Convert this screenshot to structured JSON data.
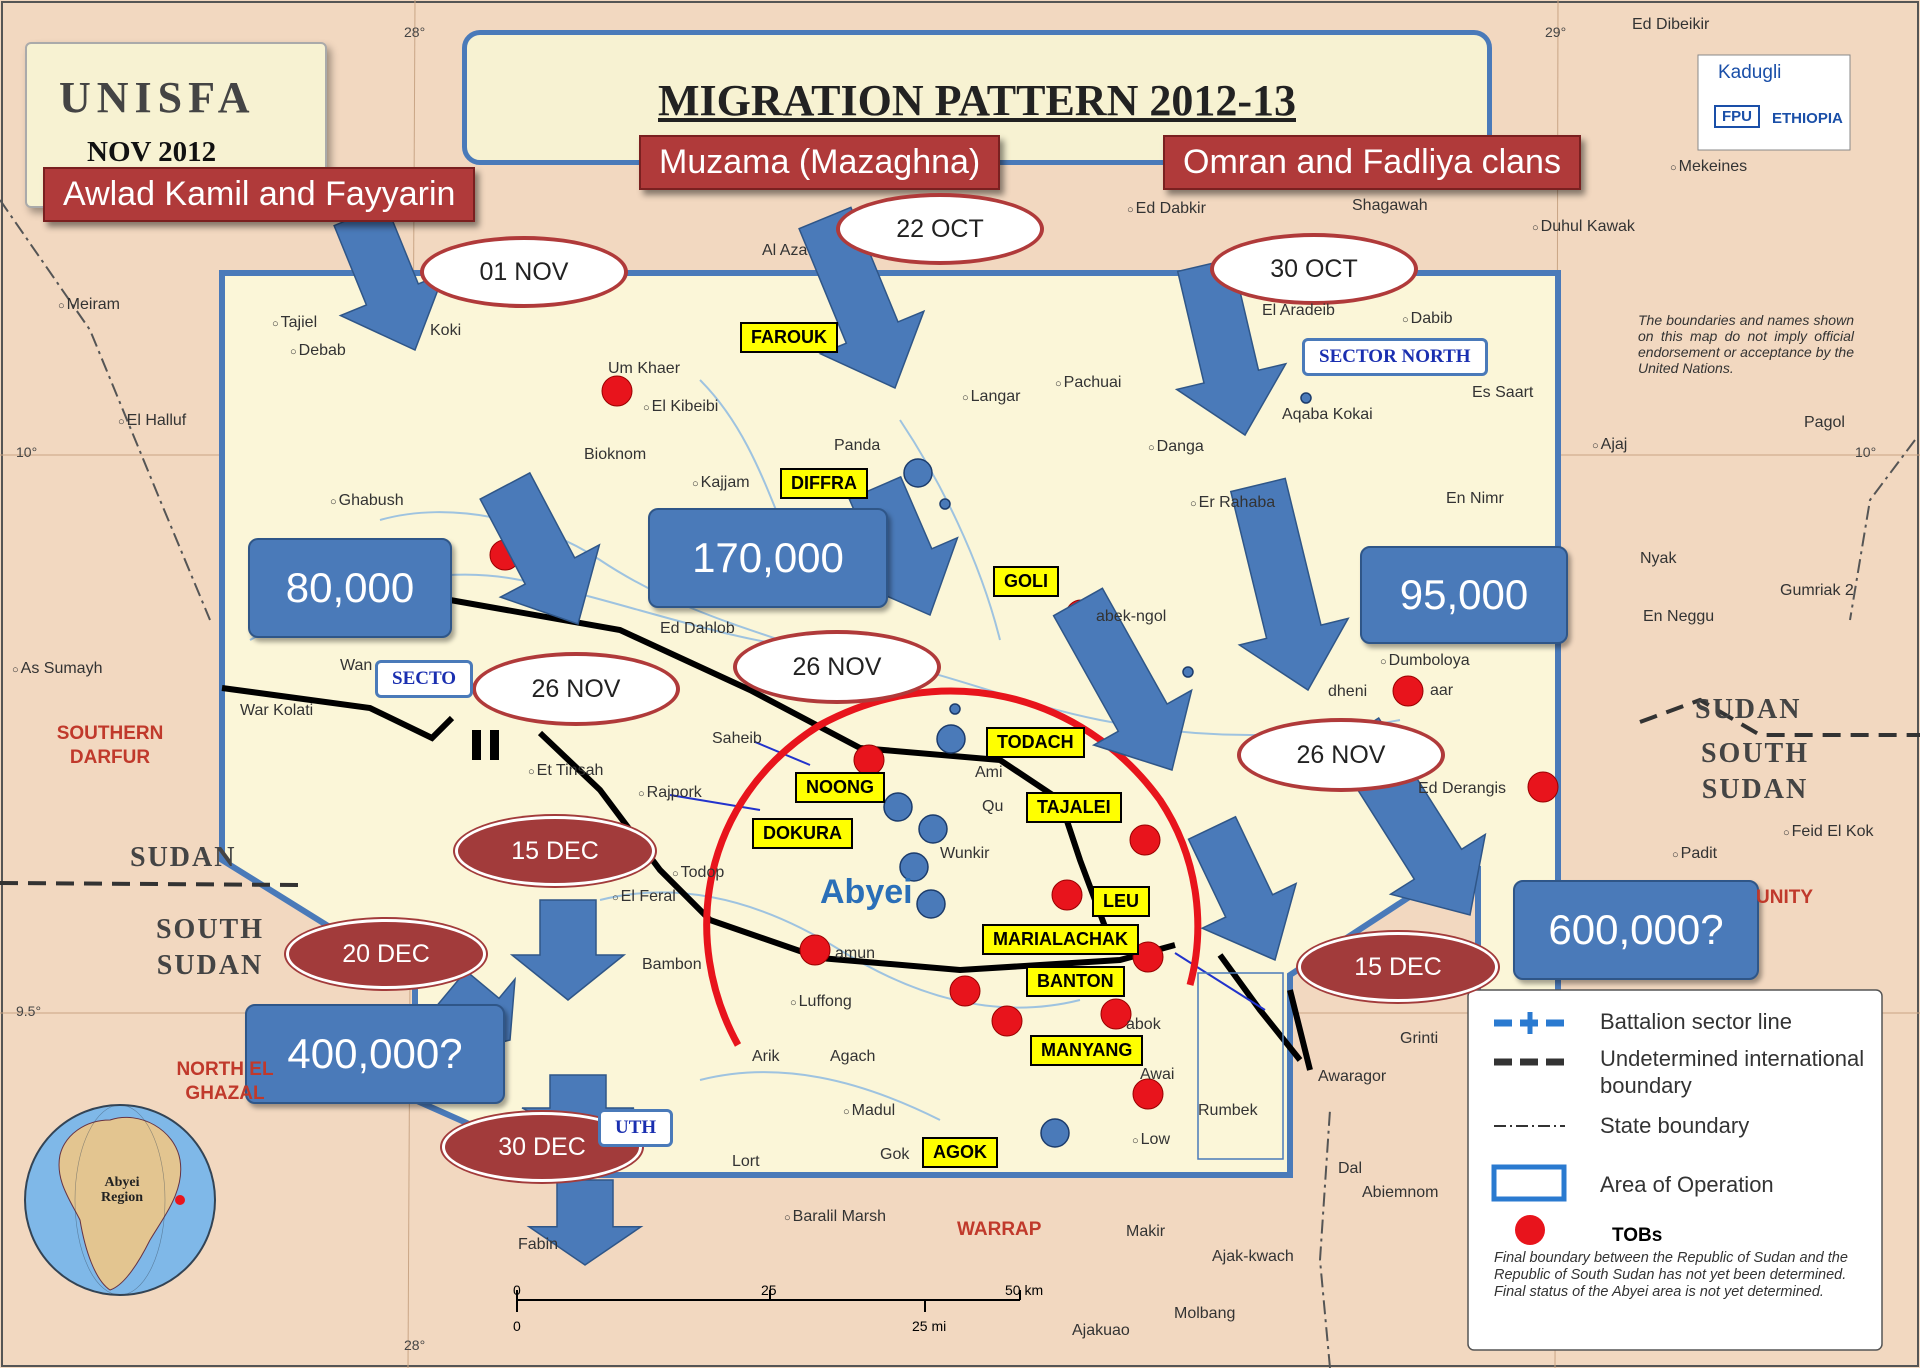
{
  "title": "MIGRATION PATTERN 2012-13",
  "org": "UNISFA",
  "period": "NOV 2012",
  "base": {
    "city": "Kadugli",
    "unit": "FPU",
    "country": "ETHIOPIA"
  },
  "clans": [
    "Awlad Kamil and Fayyarin",
    "Muzama (Mazaghna)",
    "Omran and Fadliya clans"
  ],
  "dates_white": [
    "01 NOV",
    "22 OCT",
    "30 OCT",
    "26 NOV",
    "26 NOV",
    "26 NOV"
  ],
  "dates_red": [
    "15 DEC",
    "20 DEC",
    "30 DEC",
    "15 DEC"
  ],
  "populations": [
    "80,000",
    "170,000",
    "95,000",
    "400,000?",
    "600,000?"
  ],
  "tobs": [
    "FAROUK",
    "DIFFRA",
    "GOLI",
    "TODACH",
    "NOONG",
    "TAJALEI",
    "DOKURA",
    "LEU",
    "MARIALACHAK",
    "BANTON",
    "MANYANG",
    "AGOK"
  ],
  "sectors": {
    "north": "SECTOR NORTH",
    "centre": "SECTO",
    "south": "UTH"
  },
  "abyei": "Abyei",
  "disclaimer": "The boundaries and names shown on this map do not imply official endorsement or acceptance by the United Nations.",
  "regions": {
    "sudan1": "SUDAN",
    "south_sudan1": "SOUTH SUDAN",
    "sudan2": "SUDAN",
    "south_sudan2": "SOUTH SUDAN",
    "southern_darfur": "SOUTHERN DARFUR",
    "warrap": "WARRAP",
    "unity": "UNITY",
    "north_el_ghazal": "NORTH EL GHAZAL"
  },
  "coords": {
    "lon28": "28°",
    "lon29": "29°",
    "lat10l": "10°",
    "lat10r": "10°",
    "lat95": "9.5°",
    "lon28b": "28°"
  },
  "places": {
    "ed_dibeikir": "Ed Dibeikir",
    "mekeines": "Mekeines",
    "duhul_kawak": "Duhul Kawak",
    "shagawah": "Shagawah",
    "ed_dabkir": "Ed Dabkir",
    "al_aza": "Al Aza",
    "meiram": "Meiram",
    "tajiel": "Tajiel",
    "debab": "Debab",
    "koki": "Koki",
    "um_khaer": "Um Khaer",
    "el_kibeibi": "El Kibeibi",
    "el_halluf": "El Halluf",
    "langar": "Langar",
    "pachuai": "Pachuai",
    "el_aradeib": "El Aradeib",
    "dabib": "Dabib",
    "es_saart": "Es Saart",
    "aqaba_kokai": "Aqaba Kokai",
    "pagol": "Pagol",
    "ajaj": "Ajaj",
    "danga": "Danga",
    "bioknom": "Bioknom",
    "kajjam": "Kajjam",
    "panda": "Panda",
    "ghabush": "Ghabush",
    "er_rahaba": "Er Rahaba",
    "en_nimr": "En Nimr",
    "nyak": "Nyak",
    "gumriak": "Gumriak 2",
    "en_neggu": "En Neggu",
    "ed_dahlob": "Ed Dahlob",
    "abek_ngol": "abek-ngol",
    "dumboloya": "Dumboloya",
    "dheni": "dheni",
    "aar": "aar",
    "as_sumayh": "As Sumayh",
    "wan": "Wan",
    "war_kolati": "War Kolati",
    "saheib": "Saheib",
    "et_tinsah": "Et Tinsah",
    "rajpork": "Rajpork",
    "qu": "Qu",
    "ed_derangis": "Ed Derangis",
    "feid_el_kok": "Feid El Kok",
    "padit": "Padit",
    "wunkir": "Wunkir",
    "todop": "Todop",
    "el_feral": "El Feral",
    "bambon": "Bambon",
    "mamun": "amun",
    "luffong": "Luffong",
    "arik": "Arik",
    "agach": "Agach",
    "madul": "Madul",
    "gok": "Gok",
    "lort": "Lort",
    "low": "Low",
    "rumbek": "Rumbek",
    "awaragor": "Awaragor",
    "grinti": "Grinti",
    "dal": "Dal",
    "abiemnom": "Abiemnom",
    "baralil_marsh": "Baralil Marsh",
    "makir": "Makir",
    "ajak_kwach": "Ajak-kwach",
    "molbang": "Molbang",
    "ajakuao": "Ajakuao",
    "fabin": "Fabin",
    "abok": "abok",
    "awai": "Awai",
    "ami": "Ami",
    "abyei_region": "Abyei Region"
  },
  "scale": {
    "zero_km": "0",
    "km25": "25",
    "km50": "50 km",
    "zero_mi": "0",
    "mi25": "25 mi"
  },
  "legend": {
    "battalion": "Battalion sector line",
    "undetermined": "Undetermined international boundary",
    "state": "State boundary",
    "aoo": "Area of Operation",
    "tobs": "TOBs",
    "note": "Final boundary between the Republic of Sudan and the Republic of South Sudan has not yet been determined. Final status of the Abyei area is not yet determined."
  },
  "colors": {
    "bg": "#f2d8c0",
    "aoo_fill": "#fbf6d8",
    "arrow": "#4a7ab9",
    "clan_box": "#b03a3a",
    "tob_dot": "#e8141c",
    "blue_dot": "#4a7ab9",
    "arc": "#e8141c",
    "tob_label": "#ffff00",
    "river": "#9ec3e0"
  }
}
